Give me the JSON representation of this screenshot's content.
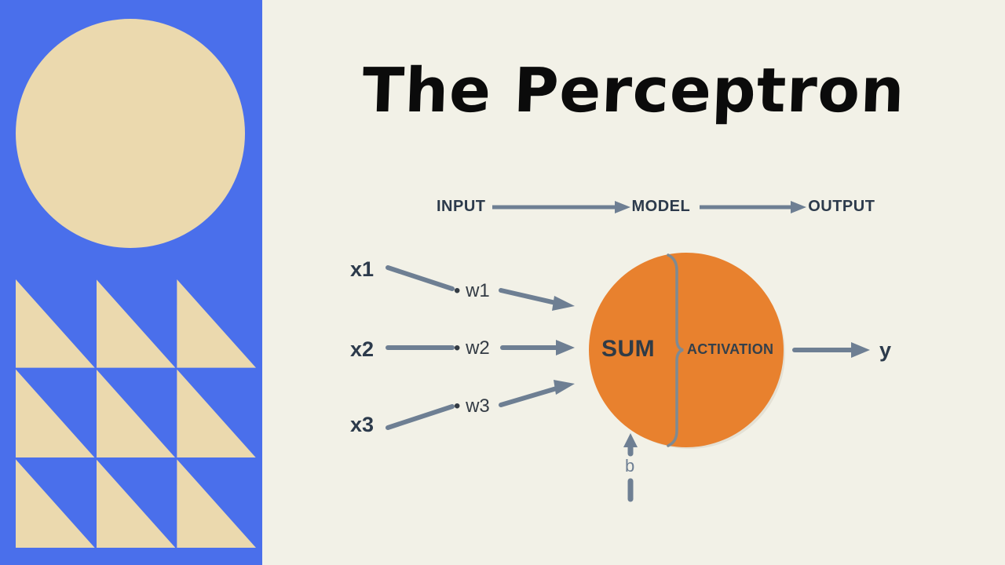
{
  "slide": {
    "title": "The Perceptron",
    "background_color": "#F2F1E7"
  },
  "decor": {
    "panel_color": "#4A6FEB",
    "shape_color": "#EBD9AE",
    "circle_name": "decorative-circle",
    "grid_rows": 3,
    "grid_cols": 3
  },
  "flow": {
    "input_label": "INPUT",
    "model_label": "MODEL",
    "output_label": "OUTPUT",
    "arrow_color": "#6E7F93",
    "text_color": "#2C3A4B"
  },
  "diagram": {
    "inputs": [
      {
        "x": "x1",
        "w": "• w1"
      },
      {
        "x": "x2",
        "w": "• w2"
      },
      {
        "x": "x3",
        "w": "• w3"
      }
    ],
    "neuron": {
      "sum_label": "SUM",
      "activation_label": "ACTIVATION",
      "fill_color": "#E8812E"
    },
    "bias_label": "b",
    "output_label": "y",
    "connector_color": "#6E7F93"
  },
  "chart_data": {
    "type": "diagram",
    "title": "The Perceptron",
    "pipeline": [
      "INPUT",
      "MODEL",
      "OUTPUT"
    ],
    "nodes": [
      {
        "id": "x1",
        "label": "x1",
        "role": "input"
      },
      {
        "id": "x2",
        "label": "x2",
        "role": "input"
      },
      {
        "id": "x3",
        "label": "x3",
        "role": "input"
      },
      {
        "id": "neuron",
        "label": "SUM | ACTIVATION",
        "role": "model"
      },
      {
        "id": "b",
        "label": "b",
        "role": "bias"
      },
      {
        "id": "y",
        "label": "y",
        "role": "output"
      }
    ],
    "edges": [
      {
        "from": "x1",
        "to": "neuron",
        "label": "• w1"
      },
      {
        "from": "x2",
        "to": "neuron",
        "label": "• w2"
      },
      {
        "from": "x3",
        "to": "neuron",
        "label": "• w3"
      },
      {
        "from": "b",
        "to": "neuron",
        "label": ""
      },
      {
        "from": "neuron",
        "to": "y",
        "label": ""
      }
    ]
  }
}
